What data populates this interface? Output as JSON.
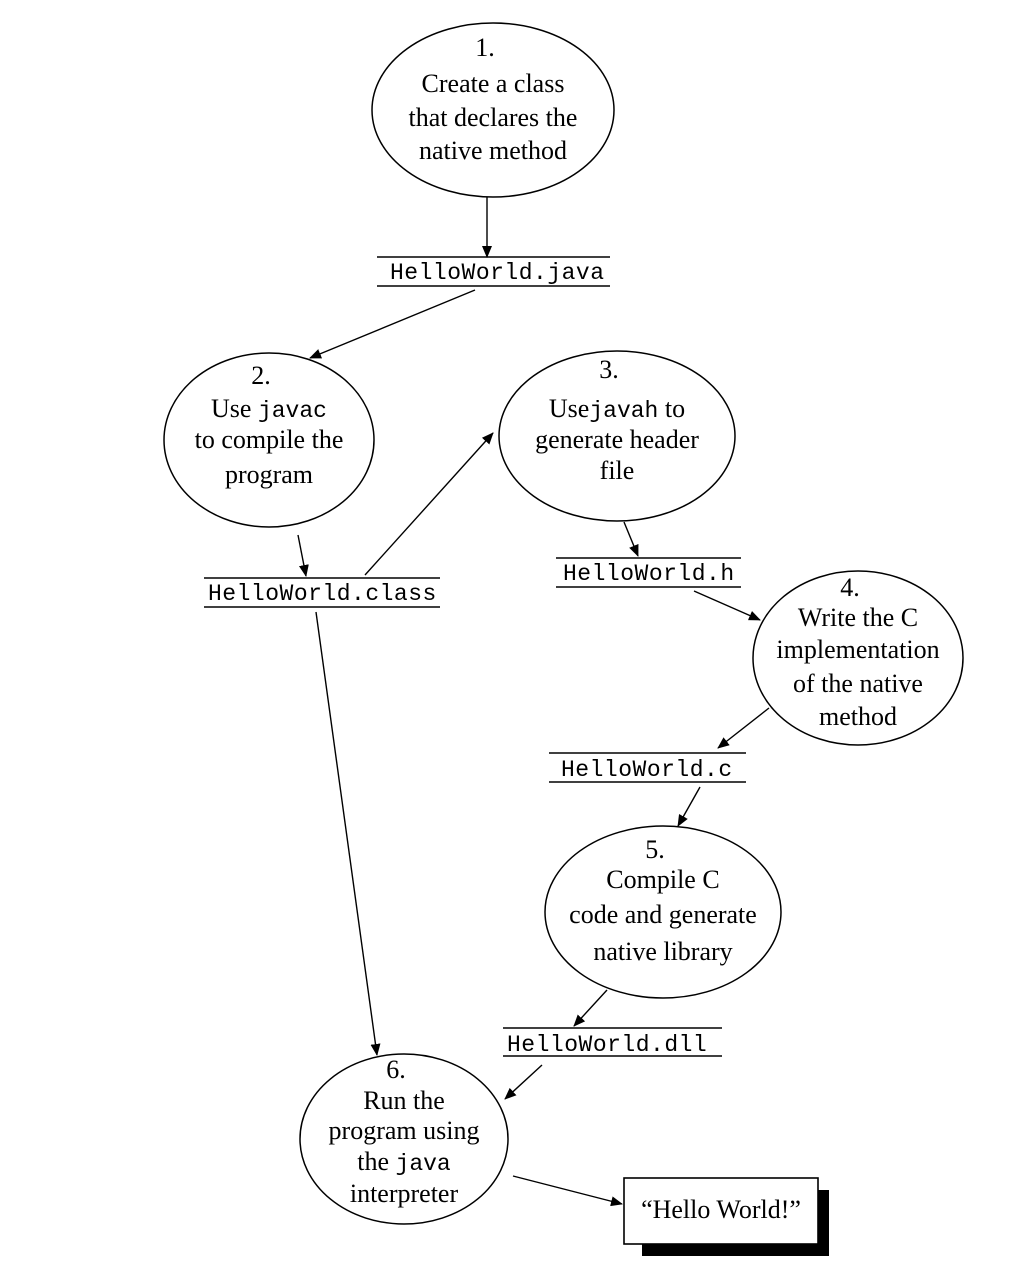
{
  "steps": [
    {
      "id": "s1",
      "number": "1.",
      "lines": [
        [
          "Create a class"
        ],
        [
          "that declares the"
        ],
        [
          "native method"
        ]
      ]
    },
    {
      "id": "s2",
      "number": "2.",
      "lines": [
        [
          "Use ",
          {
            "code": "javac"
          }
        ],
        [
          "to compile the"
        ],
        [
          "program"
        ]
      ]
    },
    {
      "id": "s3",
      "number": "3.",
      "lines": [
        [
          "Use",
          {
            "code": "javah"
          },
          " to"
        ],
        [
          "generate header"
        ],
        [
          "file"
        ]
      ]
    },
    {
      "id": "s4",
      "number": "4.",
      "lines": [
        [
          "Write the C"
        ],
        [
          "implementation"
        ],
        [
          "of the native"
        ],
        [
          "method"
        ]
      ]
    },
    {
      "id": "s5",
      "number": "5.",
      "lines": [
        [
          "Compile C"
        ],
        [
          "code and generate"
        ],
        [
          "native library"
        ]
      ]
    },
    {
      "id": "s6",
      "number": "6.",
      "lines": [
        [
          "Run the"
        ],
        [
          "program using"
        ],
        [
          "the ",
          {
            "code": "java"
          }
        ],
        [
          "interpreter"
        ]
      ]
    }
  ],
  "files": [
    {
      "id": "f_java",
      "label": "HelloWorld.java"
    },
    {
      "id": "f_class",
      "label": "HelloWorld.class"
    },
    {
      "id": "f_h",
      "label": "HelloWorld.h"
    },
    {
      "id": "f_c",
      "label": "HelloWorld.c"
    },
    {
      "id": "f_dll",
      "label": "HelloWorld.dll"
    }
  ],
  "output": {
    "id": "out",
    "label": "“Hello World!”"
  },
  "edges": [
    {
      "from": "s1",
      "to": "f_java"
    },
    {
      "from": "f_java",
      "to": "s2"
    },
    {
      "from": "s2",
      "to": "f_class"
    },
    {
      "from": "f_class",
      "to": "s3"
    },
    {
      "from": "f_class",
      "to": "s6"
    },
    {
      "from": "s3",
      "to": "f_h"
    },
    {
      "from": "f_h",
      "to": "s4"
    },
    {
      "from": "s4",
      "to": "f_c"
    },
    {
      "from": "f_c",
      "to": "s5"
    },
    {
      "from": "s5",
      "to": "f_dll"
    },
    {
      "from": "f_dll",
      "to": "s6"
    },
    {
      "from": "s6",
      "to": "out"
    }
  ]
}
